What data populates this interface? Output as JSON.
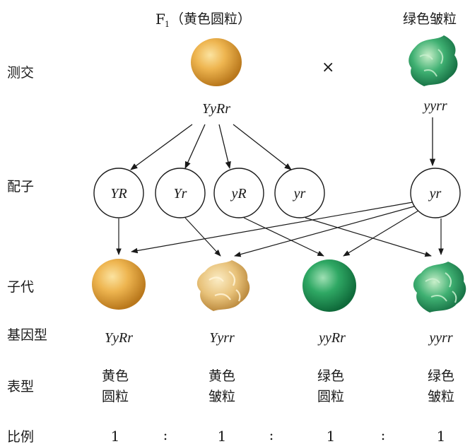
{
  "header": {
    "f1_label": "F",
    "f1_sub": "1",
    "f1_desc": "（黄色圆粒）",
    "green_wrinkled": "绿色皱粒",
    "cross_symbol": "×"
  },
  "rows": {
    "testcross": "测交",
    "gametes": "配子",
    "offspring": "子代",
    "genotype": "基因型",
    "phenotype": "表型",
    "ratio": "比例"
  },
  "parents": {
    "p1_genotype": "YyRr",
    "p2_genotype": "yyrr"
  },
  "gametes": {
    "g1": "YR",
    "g2": "Yr",
    "g3": "yR",
    "g4": "yr",
    "g5": "yr"
  },
  "offspring": [
    {
      "genotype": "YyRr",
      "phenotype_line1": "黄色",
      "phenotype_line2": "圆粒",
      "ratio": "1",
      "color": "#e8a93a"
    },
    {
      "genotype": "Yyrr",
      "phenotype_line1": "黄色",
      "phenotype_line2": "皱粒",
      "ratio": "1",
      "color": "#e2b766"
    },
    {
      "genotype": "yyRr",
      "phenotype_line1": "绿色",
      "phenotype_line2": "圆粒",
      "ratio": "1",
      "color": "#2a9a5a"
    },
    {
      "genotype": "yyrr",
      "phenotype_line1": "绿色",
      "phenotype_line2": "皱粒",
      "ratio": "1",
      "color": "#2e9c64"
    }
  ],
  "ratio_separator": ":"
}
